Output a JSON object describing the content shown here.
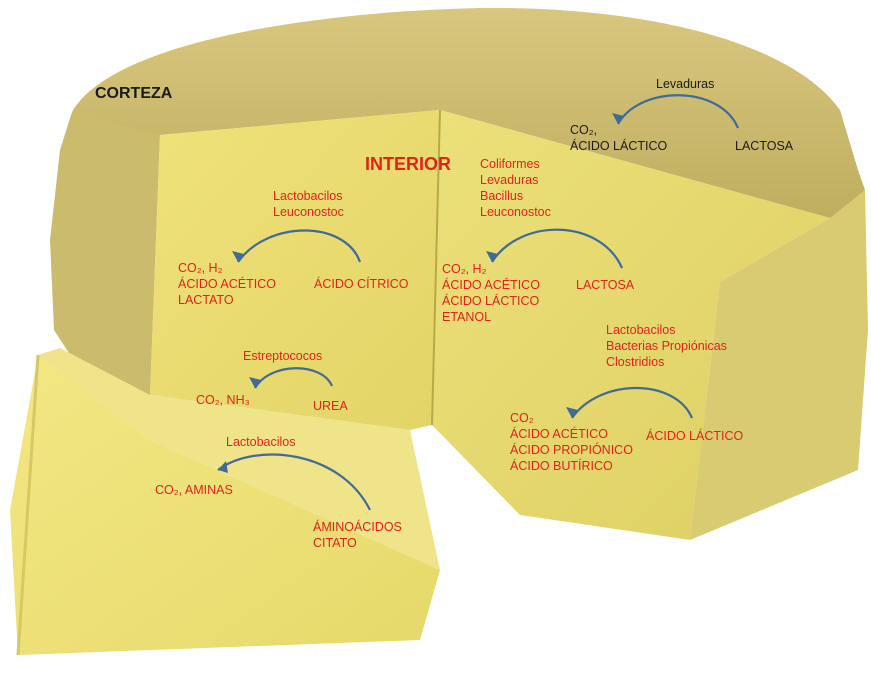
{
  "labels": {
    "corteza": "CORTEZA",
    "interior": "INTERIOR"
  },
  "crust_reaction": {
    "organisms": [
      "Levaduras"
    ],
    "products": [
      "CO₂,",
      "ÁCIDO LÁCTICO"
    ],
    "substrate": [
      "LACTOSA"
    ]
  },
  "citrate_reaction": {
    "organisms": [
      "Lactobacilos",
      "Leuconostoc"
    ],
    "products": [
      "CO₂, H₂",
      "ÁCIDO ACÉTICO",
      "LACTATO"
    ],
    "substrate": [
      "ÁCIDO CÍTRICO"
    ]
  },
  "lactose_reaction": {
    "organisms": [
      "Coliformes",
      "Levaduras",
      "Bacillus",
      "Leuconostoc"
    ],
    "products": [
      "CO₂, H₂",
      "ÁCIDO ACÉTICO",
      "ÁCIDO LÁCTICO",
      "ETANOL"
    ],
    "substrate": [
      "LACTOSA"
    ]
  },
  "urea_reaction": {
    "organisms": [
      "Estreptococos"
    ],
    "products": [
      "CO₂, NH₃"
    ],
    "substrate": [
      "UREA"
    ]
  },
  "lactic_reaction": {
    "organisms": [
      "Lactobacilos",
      "Bacterias Propiónicas",
      "Clostridios"
    ],
    "products": [
      "CO₂",
      "ÁCIDO ACÉTICO",
      "ÁCIDO PROPIÓNICO",
      "ÁCIDO BUTÍRICO"
    ],
    "substrate": [
      "ÁCIDO LÁCTICO"
    ]
  },
  "amino_reaction": {
    "organisms": [
      "Lactobacilos"
    ],
    "products": [
      "CO₂, AMINAS"
    ],
    "substrate": [
      "ÁMINOÁCIDOS",
      "CITATO"
    ]
  },
  "colors": {
    "annotation_red": "#e0241b",
    "arrow_blue": "#3f6a9a",
    "crust": "#c9b86a",
    "paste": "#e6dc74"
  }
}
